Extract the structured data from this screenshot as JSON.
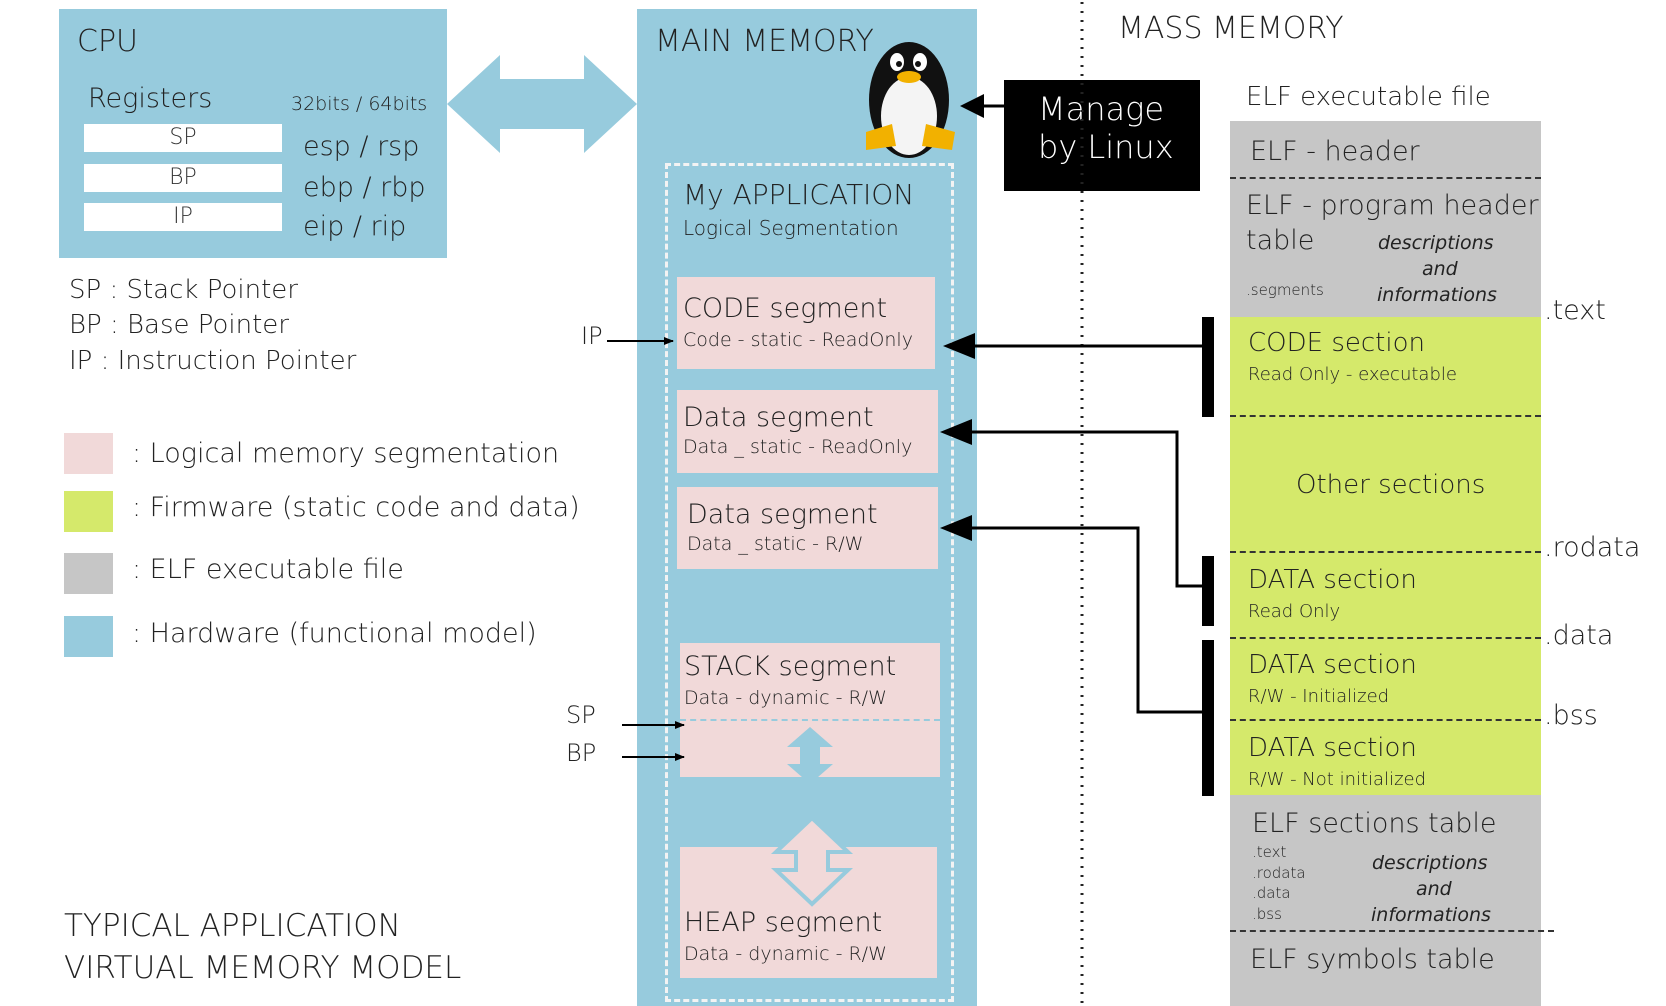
{
  "cpu": {
    "title": "CPU",
    "registers_label": "Registers",
    "bits_label": "32bits / 64bits",
    "registers": [
      {
        "name": "SP",
        "alias": "esp / rsp"
      },
      {
        "name": "BP",
        "alias": "ebp / rbp"
      },
      {
        "name": "IP",
        "alias": "eip / rip"
      }
    ]
  },
  "pointers": [
    "SP : Stack Pointer",
    "BP : Base Pointer",
    "IP : Instruction Pointer"
  ],
  "legend": [
    {
      "color": "#f1d9d9",
      "label": ": Logical memory segmentation"
    },
    {
      "color": "#d5e96b",
      "label": ": Firmware (static code and data)"
    },
    {
      "color": "#c6c6c6",
      "label": ": ELF executable file"
    },
    {
      "color": "#97cbdd",
      "label": ": Hardware (functional model)"
    }
  ],
  "footer_title": [
    "TYPICAL APPLICATION",
    "VIRTUAL MEMORY MODEL"
  ],
  "main_memory": {
    "title": "MAIN MEMORY",
    "app_title": "My APPLICATION",
    "app_subtitle": "Logical Segmentation",
    "segments": [
      {
        "title": "CODE segment",
        "sub": "Code - static - ReadOnly"
      },
      {
        "title": "Data segment",
        "sub": "Data _ static - ReadOnly"
      },
      {
        "title": "Data segment",
        "sub": "Data _ static - R/W"
      },
      {
        "title": "STACK segment",
        "sub": "Data - dynamic - R/W"
      },
      {
        "title": "HEAP segment",
        "sub": "Data - dynamic - R/W"
      }
    ],
    "ip_label": "IP",
    "sp_label": "SP",
    "bp_label": "BP"
  },
  "manage_label": [
    "Manage",
    "by Linux"
  ],
  "mass_memory": {
    "title": "MASS MEMORY",
    "elf_label": "ELF executable file",
    "elf_header": "ELF - header",
    "program_header": {
      "title1": "ELF - program header",
      "title2": "table",
      "segments": ".segments",
      "desc": [
        "descriptions",
        "and",
        "informations"
      ]
    },
    "code_section": {
      "title": "CODE section",
      "sub": "Read Only - executable"
    },
    "other_sections": "Other sections",
    "data_ro": {
      "title": "DATA section",
      "sub": "Read Only"
    },
    "data_rw": {
      "title": "DATA section",
      "sub": "R/W - Initialized"
    },
    "data_bss": {
      "title": "DATA section",
      "sub": "R/W - Not initialized"
    },
    "sections_table": {
      "title": "ELF sections table",
      "items": [
        ".text",
        ".rodata",
        ".data",
        ".bss"
      ],
      "desc": [
        "descriptions",
        "and",
        "informations"
      ]
    },
    "symbols_table": "ELF symbols table",
    "markers": [
      ".text",
      ".rodata",
      ".data",
      ".bss"
    ]
  }
}
